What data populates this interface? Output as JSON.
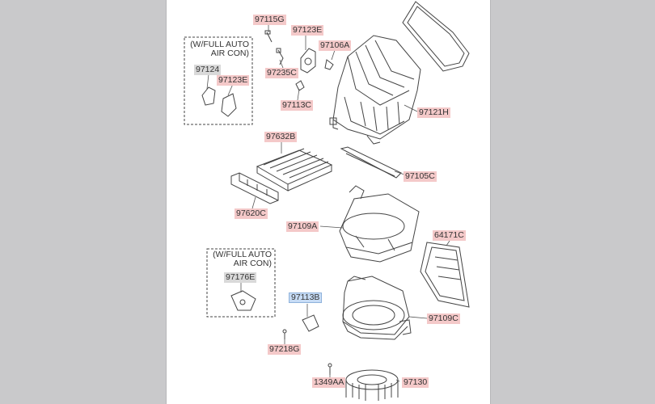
{
  "notes": {
    "top": [
      "(W/FULL AUTO",
      "AIR CON)"
    ],
    "bottom": [
      "(W/FULL AUTO",
      "AIR CON)"
    ]
  },
  "parts": {
    "p97115G": "97115G",
    "p97123E_a": "97123E",
    "p97106A": "97106A",
    "p97235C": "97235C",
    "p97124": "97124",
    "p97123E_b": "97123E",
    "p97113C": "97113C",
    "p97121H": "97121H",
    "p97632B": "97632B",
    "p97105C": "97105C",
    "p97620C": "97620C",
    "p97109A": "97109A",
    "p64171C": "64171C",
    "p97176E": "97176E",
    "p97113B": "97113B",
    "p97109C": "97109C",
    "p97218G": "97218G",
    "p1349AA": "1349AA",
    "p97130": "97130"
  },
  "colors": {
    "label_highlight": "#f4c9c9",
    "label_grey": "#d9d9d9",
    "label_selected": "#c7dcf5",
    "line": "#444444",
    "background": "#c9c9cb"
  }
}
